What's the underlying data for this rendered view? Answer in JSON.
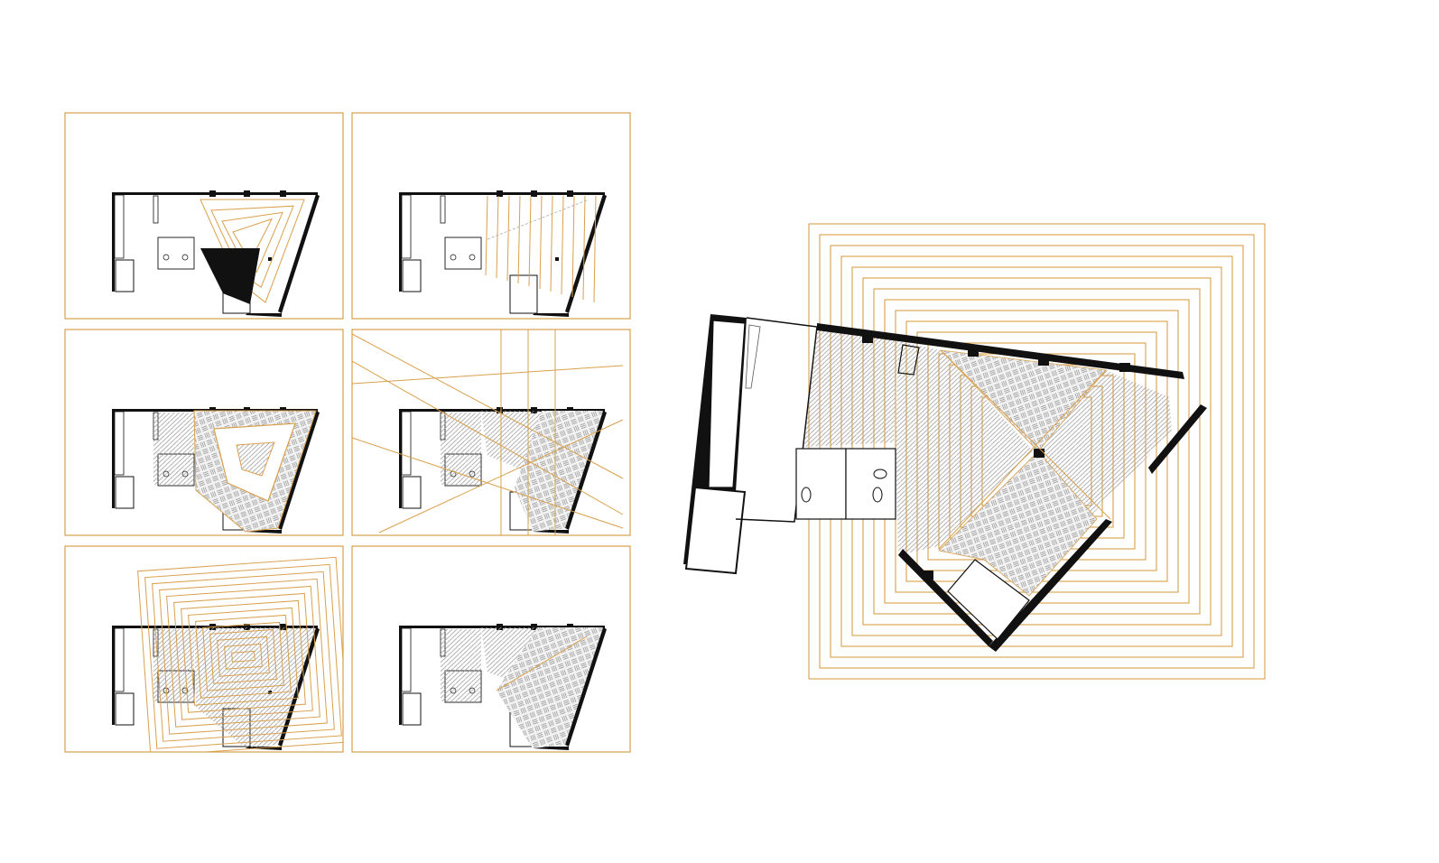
{
  "colors": {
    "accent": "#d9a04c",
    "wall": "#111111",
    "hatch": "#9a9a9a",
    "bg": "#ffffff"
  },
  "panels": [
    {
      "id": "step-1",
      "variant": "rings-wedge"
    },
    {
      "id": "step-2",
      "variant": "parallel-lines"
    },
    {
      "id": "step-3",
      "variant": "inset-triangle"
    },
    {
      "id": "step-4",
      "variant": "diagonal-grid"
    },
    {
      "id": "step-5",
      "variant": "square-spiral-overlay"
    },
    {
      "id": "step-6",
      "variant": "final-pattern"
    }
  ],
  "final_plan": {
    "variant": "final-large"
  }
}
